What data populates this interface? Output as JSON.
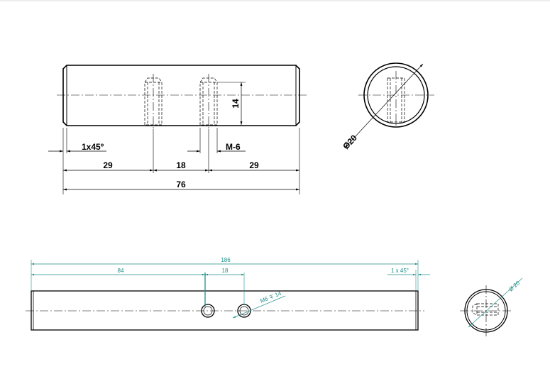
{
  "top_front_view": {
    "dimensions": {
      "chamfer": "1x45º",
      "left_offset": "29",
      "hole_spacing": "18",
      "right_offset": "29",
      "overall_length": "76",
      "hole_depth": "14",
      "thread": "M-6"
    }
  },
  "top_end_view": {
    "diameter": "Ø20"
  },
  "bottom_front_view": {
    "dimensions": {
      "overall_length": "186",
      "hole_offset": "84",
      "hole_spacing": "18",
      "chamfer": "1 x 45°",
      "thread": "M6 ∓ 14"
    }
  },
  "bottom_end_view": {
    "diameter": "Ø 20"
  },
  "colors": {
    "line": "#000000",
    "annotation": "#1f8f88"
  }
}
